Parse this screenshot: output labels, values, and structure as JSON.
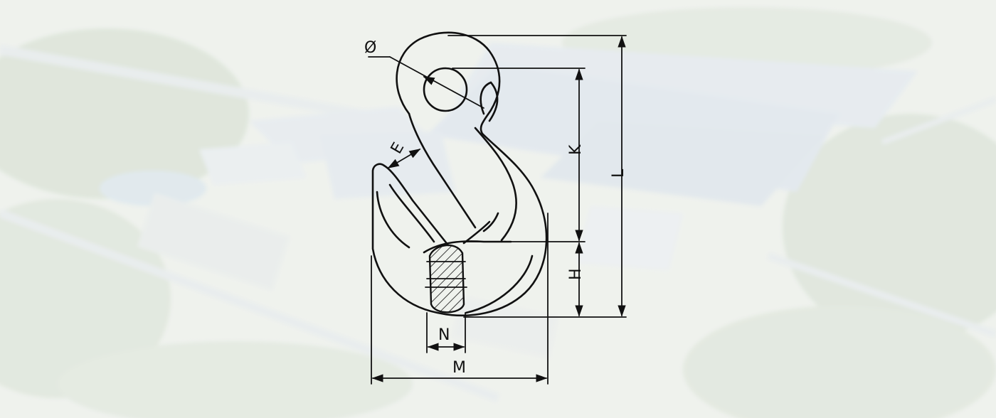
{
  "diagram": {
    "labels": {
      "diameter": "Ø",
      "e": "E",
      "k": "K",
      "l": "L",
      "h": "H",
      "n": "N",
      "m": "M"
    }
  }
}
